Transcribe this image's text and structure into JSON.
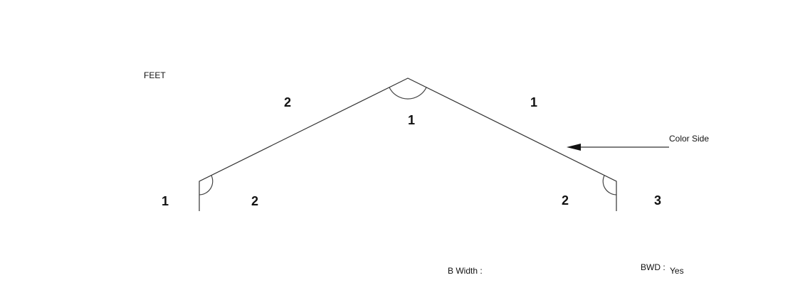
{
  "units_label": "FEET",
  "segment_lengths": {
    "left_leg": "1",
    "left_slope": "2",
    "right_slope": "1",
    "right_leg": "3"
  },
  "angles": {
    "left_bend": "2",
    "peak": "1",
    "right_bend": "2"
  },
  "color_side": {
    "label": "Color Side"
  },
  "footer": {
    "b_width_label": "B Width :",
    "b_width_value": "",
    "bwd_label": "BWD :",
    "bwd_value": "Yes"
  },
  "colors": {
    "line": "#333333",
    "arrow": "#111111",
    "text": "#111111"
  }
}
